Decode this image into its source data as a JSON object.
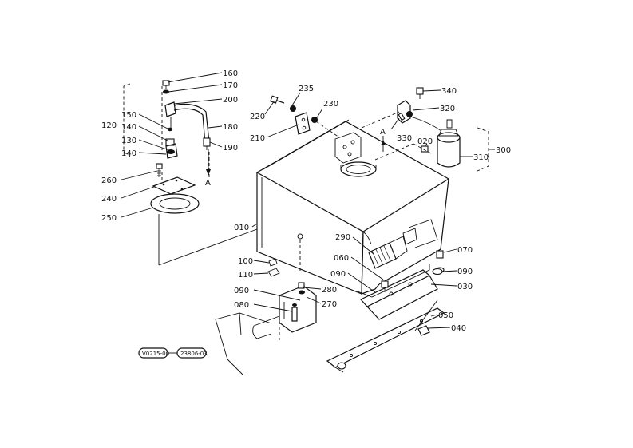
{
  "figure": {
    "callouts": {
      "c160": "160",
      "c170": "170",
      "c200": "200",
      "c150": "150",
      "c120": "120",
      "c140a": "140",
      "c130": "130",
      "c140b": "140",
      "c180": "180",
      "c190": "190",
      "cA1": "A",
      "c260": "260",
      "c240": "240",
      "c250": "250",
      "c235": "235",
      "c220": "220",
      "c230": "230",
      "c210": "210",
      "c340": "340",
      "c320": "320",
      "cA2": "A",
      "c330": "330",
      "c020": "020",
      "c300": "300",
      "c310": "310",
      "c010": "010",
      "c290": "290",
      "c070": "070",
      "c060": "060",
      "c090a": "090",
      "c090b": "090",
      "c030": "030",
      "c100": "100",
      "c110": "110",
      "c280": "280",
      "c090c": "090",
      "c270": "270",
      "c080": "080",
      "c050": "050",
      "c040": "040"
    },
    "stamp_left": "V0215-00",
    "stamp_right": "23806-03"
  }
}
